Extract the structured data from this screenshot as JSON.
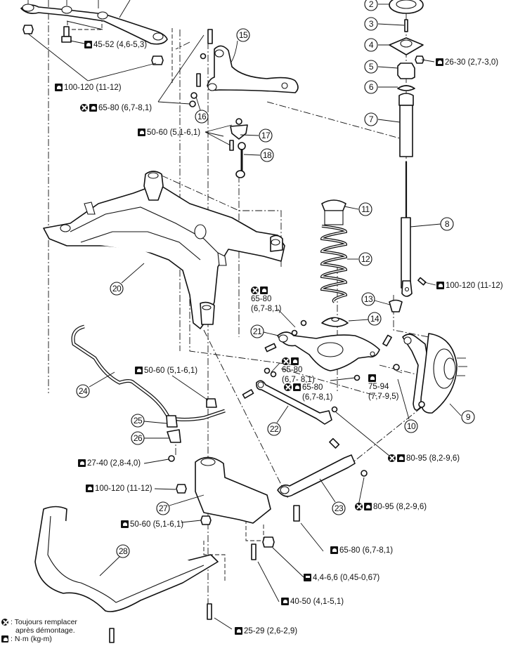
{
  "diagram": {
    "title": "Rear suspension exploded view",
    "callouts": [
      {
        "id": "2",
        "label": "2"
      },
      {
        "id": "3",
        "label": "3"
      },
      {
        "id": "4",
        "label": "4"
      },
      {
        "id": "5",
        "label": "5"
      },
      {
        "id": "6",
        "label": "6"
      },
      {
        "id": "7",
        "label": "7"
      },
      {
        "id": "8",
        "label": "8"
      },
      {
        "id": "9",
        "label": "9"
      },
      {
        "id": "10",
        "label": "10"
      },
      {
        "id": "11",
        "label": "11"
      },
      {
        "id": "12",
        "label": "12"
      },
      {
        "id": "13",
        "label": "13"
      },
      {
        "id": "14",
        "label": "14"
      },
      {
        "id": "15",
        "label": "15"
      },
      {
        "id": "16",
        "label": "16"
      },
      {
        "id": "17",
        "label": "17"
      },
      {
        "id": "18",
        "label": "18"
      },
      {
        "id": "20",
        "label": "20"
      },
      {
        "id": "21",
        "label": "21"
      },
      {
        "id": "22",
        "label": "22"
      },
      {
        "id": "23",
        "label": "23"
      },
      {
        "id": "24",
        "label": "24"
      },
      {
        "id": "25",
        "label": "25"
      },
      {
        "id": "26",
        "label": "26"
      },
      {
        "id": "27",
        "label": "27"
      },
      {
        "id": "28",
        "label": "28"
      }
    ],
    "torque_specs": [
      {
        "key": "t_45_52",
        "text": "45-52 (4,6-5,3)",
        "replace": false,
        "unit": "nm"
      },
      {
        "key": "t_100_120_a",
        "text": "100-120 (11-12)",
        "replace": false,
        "unit": "nm"
      },
      {
        "key": "t_65_80_a",
        "text": "65-80 (6,7-8,1)",
        "replace": true,
        "unit": "nm"
      },
      {
        "key": "t_50_60_a",
        "text": "50-60 (5,1-6,1)",
        "replace": false,
        "unit": "nm"
      },
      {
        "key": "t_26_30",
        "text": "26-30 (2,7-3,0)",
        "replace": false,
        "unit": "nm"
      },
      {
        "key": "t_100_120_b",
        "text": "100-120 (11-12)",
        "replace": false,
        "unit": "nm"
      },
      {
        "key": "t_65_80_b",
        "text": "65-80\n(6,7-8,1)",
        "replace": true,
        "unit": "nm"
      },
      {
        "key": "t_65_80_c",
        "text": "65-80\n(6,7- 8,1)",
        "replace": true,
        "unit": "nm"
      },
      {
        "key": "t_65_80_d",
        "text": "65-80\n(6,7-8,1)",
        "replace": true,
        "unit": "nm"
      },
      {
        "key": "t_75_94",
        "text": "75-94\n(7,7-9,5)",
        "replace": false,
        "unit": "nm"
      },
      {
        "key": "t_50_60_b",
        "text": "50-60 (5,1-6,1)",
        "replace": false,
        "unit": "nm"
      },
      {
        "key": "t_80_95_a",
        "text": "80-95 (8,2-9,6)",
        "replace": true,
        "unit": "nm"
      },
      {
        "key": "t_80_95_b",
        "text": "80-95 (8,2-9,6)",
        "replace": true,
        "unit": "nm"
      },
      {
        "key": "t_27_40",
        "text": "27-40 (2,8-4,0)",
        "replace": false,
        "unit": "nm"
      },
      {
        "key": "t_100_120_c",
        "text": "100-120 (11-12)",
        "replace": false,
        "unit": "nm"
      },
      {
        "key": "t_50_60_c",
        "text": "50-60 (5,1-6,1)",
        "replace": false,
        "unit": "nm"
      },
      {
        "key": "t_65_80_e",
        "text": "65-80 (6,7-8,1)",
        "replace": false,
        "unit": "nm"
      },
      {
        "key": "t_4_4_6_6",
        "text": "4,4-6,6 (0,45-0,67)",
        "replace": false,
        "unit": "nm-small"
      },
      {
        "key": "t_40_50",
        "text": "40-50 (4,1-5,1)",
        "replace": false,
        "unit": "nm"
      },
      {
        "key": "t_25_29",
        "text": "25-29 (2,6-2,9)",
        "replace": false,
        "unit": "nm"
      }
    ],
    "legend": {
      "replace_text_line1": ": Toujours remplacer",
      "replace_text_line2": "après démontage.",
      "torque_text": ": N·m (kg-m)"
    },
    "icons": {
      "replace": "replace-always-icon",
      "torque": "torque-wrench-icon"
    }
  }
}
